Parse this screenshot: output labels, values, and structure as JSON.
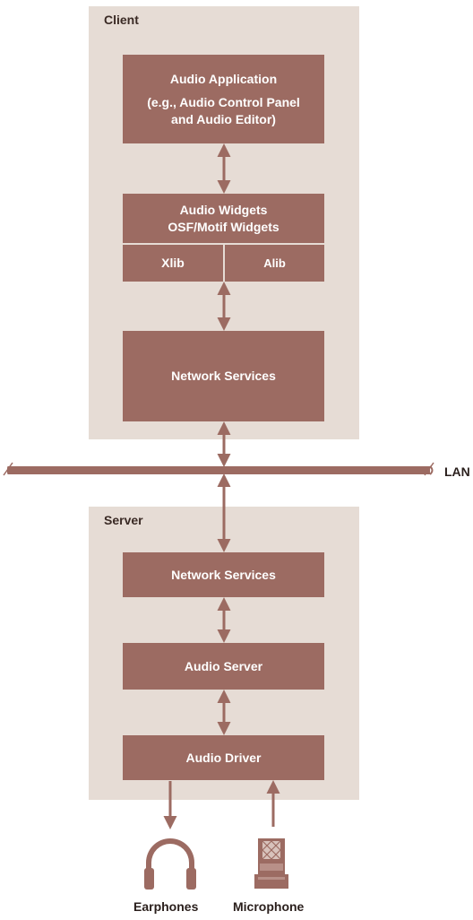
{
  "client": {
    "title": "Client",
    "audio_app": {
      "title": "Audio Application",
      "subtitle_line1": "(e.g., Audio Control Panel",
      "subtitle_line2": "and Audio Editor)"
    },
    "widgets": {
      "line1": "Audio Widgets",
      "line2": "OSF/Motif Widgets",
      "xlib": "Xlib",
      "alib": "Alib"
    },
    "network_services": "Network Services"
  },
  "lan": {
    "label": "LAN"
  },
  "server": {
    "title": "Server",
    "network_services": "Network Services",
    "audio_server": "Audio Server",
    "audio_driver": "Audio Driver"
  },
  "devices": {
    "earphones": "Earphones",
    "microphone": "Microphone"
  },
  "colors": {
    "panel": "#e6dcd5",
    "box": "#9c6b62",
    "arrow": "#9c6b62",
    "text": "#2a1f1c"
  }
}
